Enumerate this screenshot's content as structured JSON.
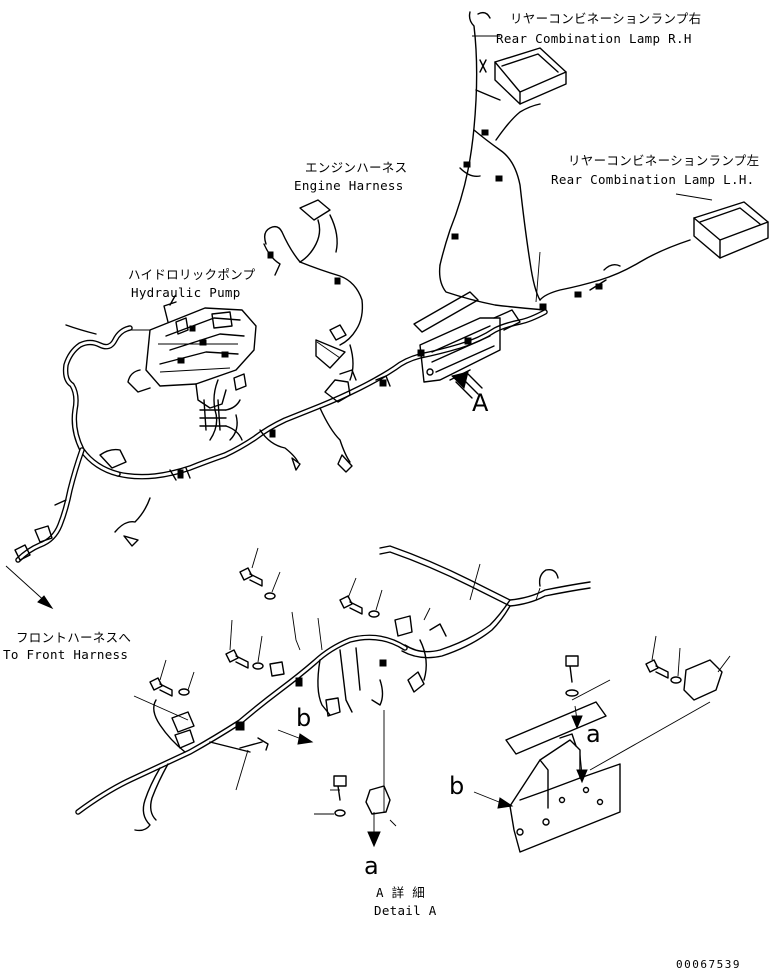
{
  "labels": {
    "rear_lamp_rh_jp": "リヤーコンビネーションランプ右",
    "rear_lamp_rh_en": "Rear Combination Lamp R.H",
    "rear_lamp_lh_jp": "リヤーコンビネーションランプ左",
    "rear_lamp_lh_en": "Rear Combination Lamp L.H.",
    "engine_harness_jp": "エンジンハーネス",
    "engine_harness_en": "Engine Harness",
    "hydraulic_pump_jp": "ハイドロリックポンプ",
    "hydraulic_pump_en": "Hydraulic Pump",
    "front_harness_jp": "フロントハーネスへ",
    "front_harness_en": "To Front Harness",
    "detail_a_jp": "A 詳 細",
    "detail_a_en": "Detail A"
  },
  "callouts": {
    "view_a": "A",
    "ref_a_lower": "a",
    "ref_a_right": "a",
    "ref_b_left": "b",
    "ref_b_right": "b"
  },
  "drawing_number": "00067539"
}
